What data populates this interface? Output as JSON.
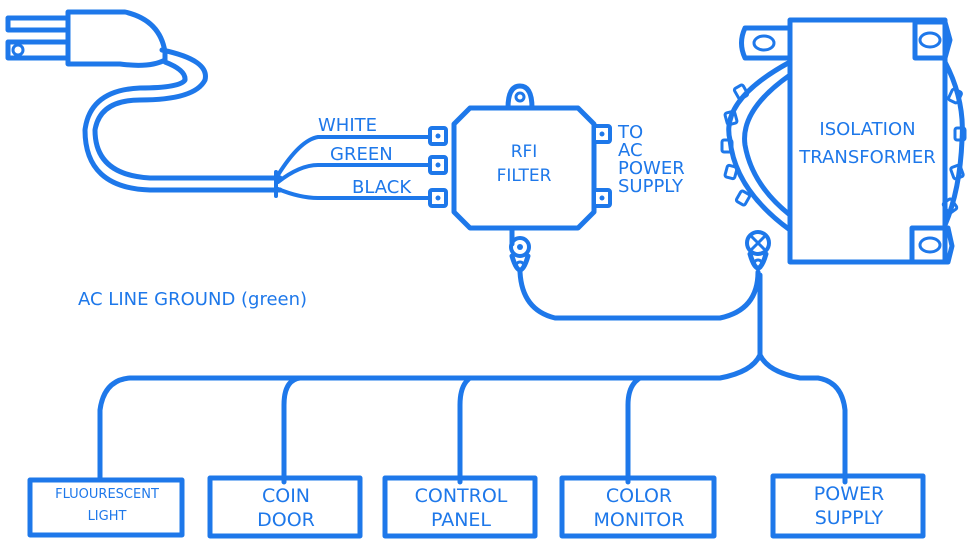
{
  "colors": {
    "line": "#1e78ea",
    "background": "#ffffff"
  },
  "wires": {
    "white": "WHITE",
    "green": "GREEN",
    "black": "BLACK"
  },
  "rfi_filter": {
    "line1": "RFI",
    "line2": "FILTER"
  },
  "to_supply": {
    "line1": "TO",
    "line2": "AC",
    "line3": "POWER",
    "line4": "SUPPLY"
  },
  "transformer": {
    "line1": "ISOLATION",
    "line2": "TRANSFORMER"
  },
  "ground_label": "AC LINE GROUND (green)",
  "boxes": [
    {
      "line1": "FLUOURESCENT",
      "line2": "LIGHT"
    },
    {
      "line1": "COIN",
      "line2": "DOOR"
    },
    {
      "line1": "CONTROL",
      "line2": "PANEL"
    },
    {
      "line1": "COLOR",
      "line2": "MONITOR"
    },
    {
      "line1": "POWER",
      "line2": "SUPPLY"
    }
  ]
}
